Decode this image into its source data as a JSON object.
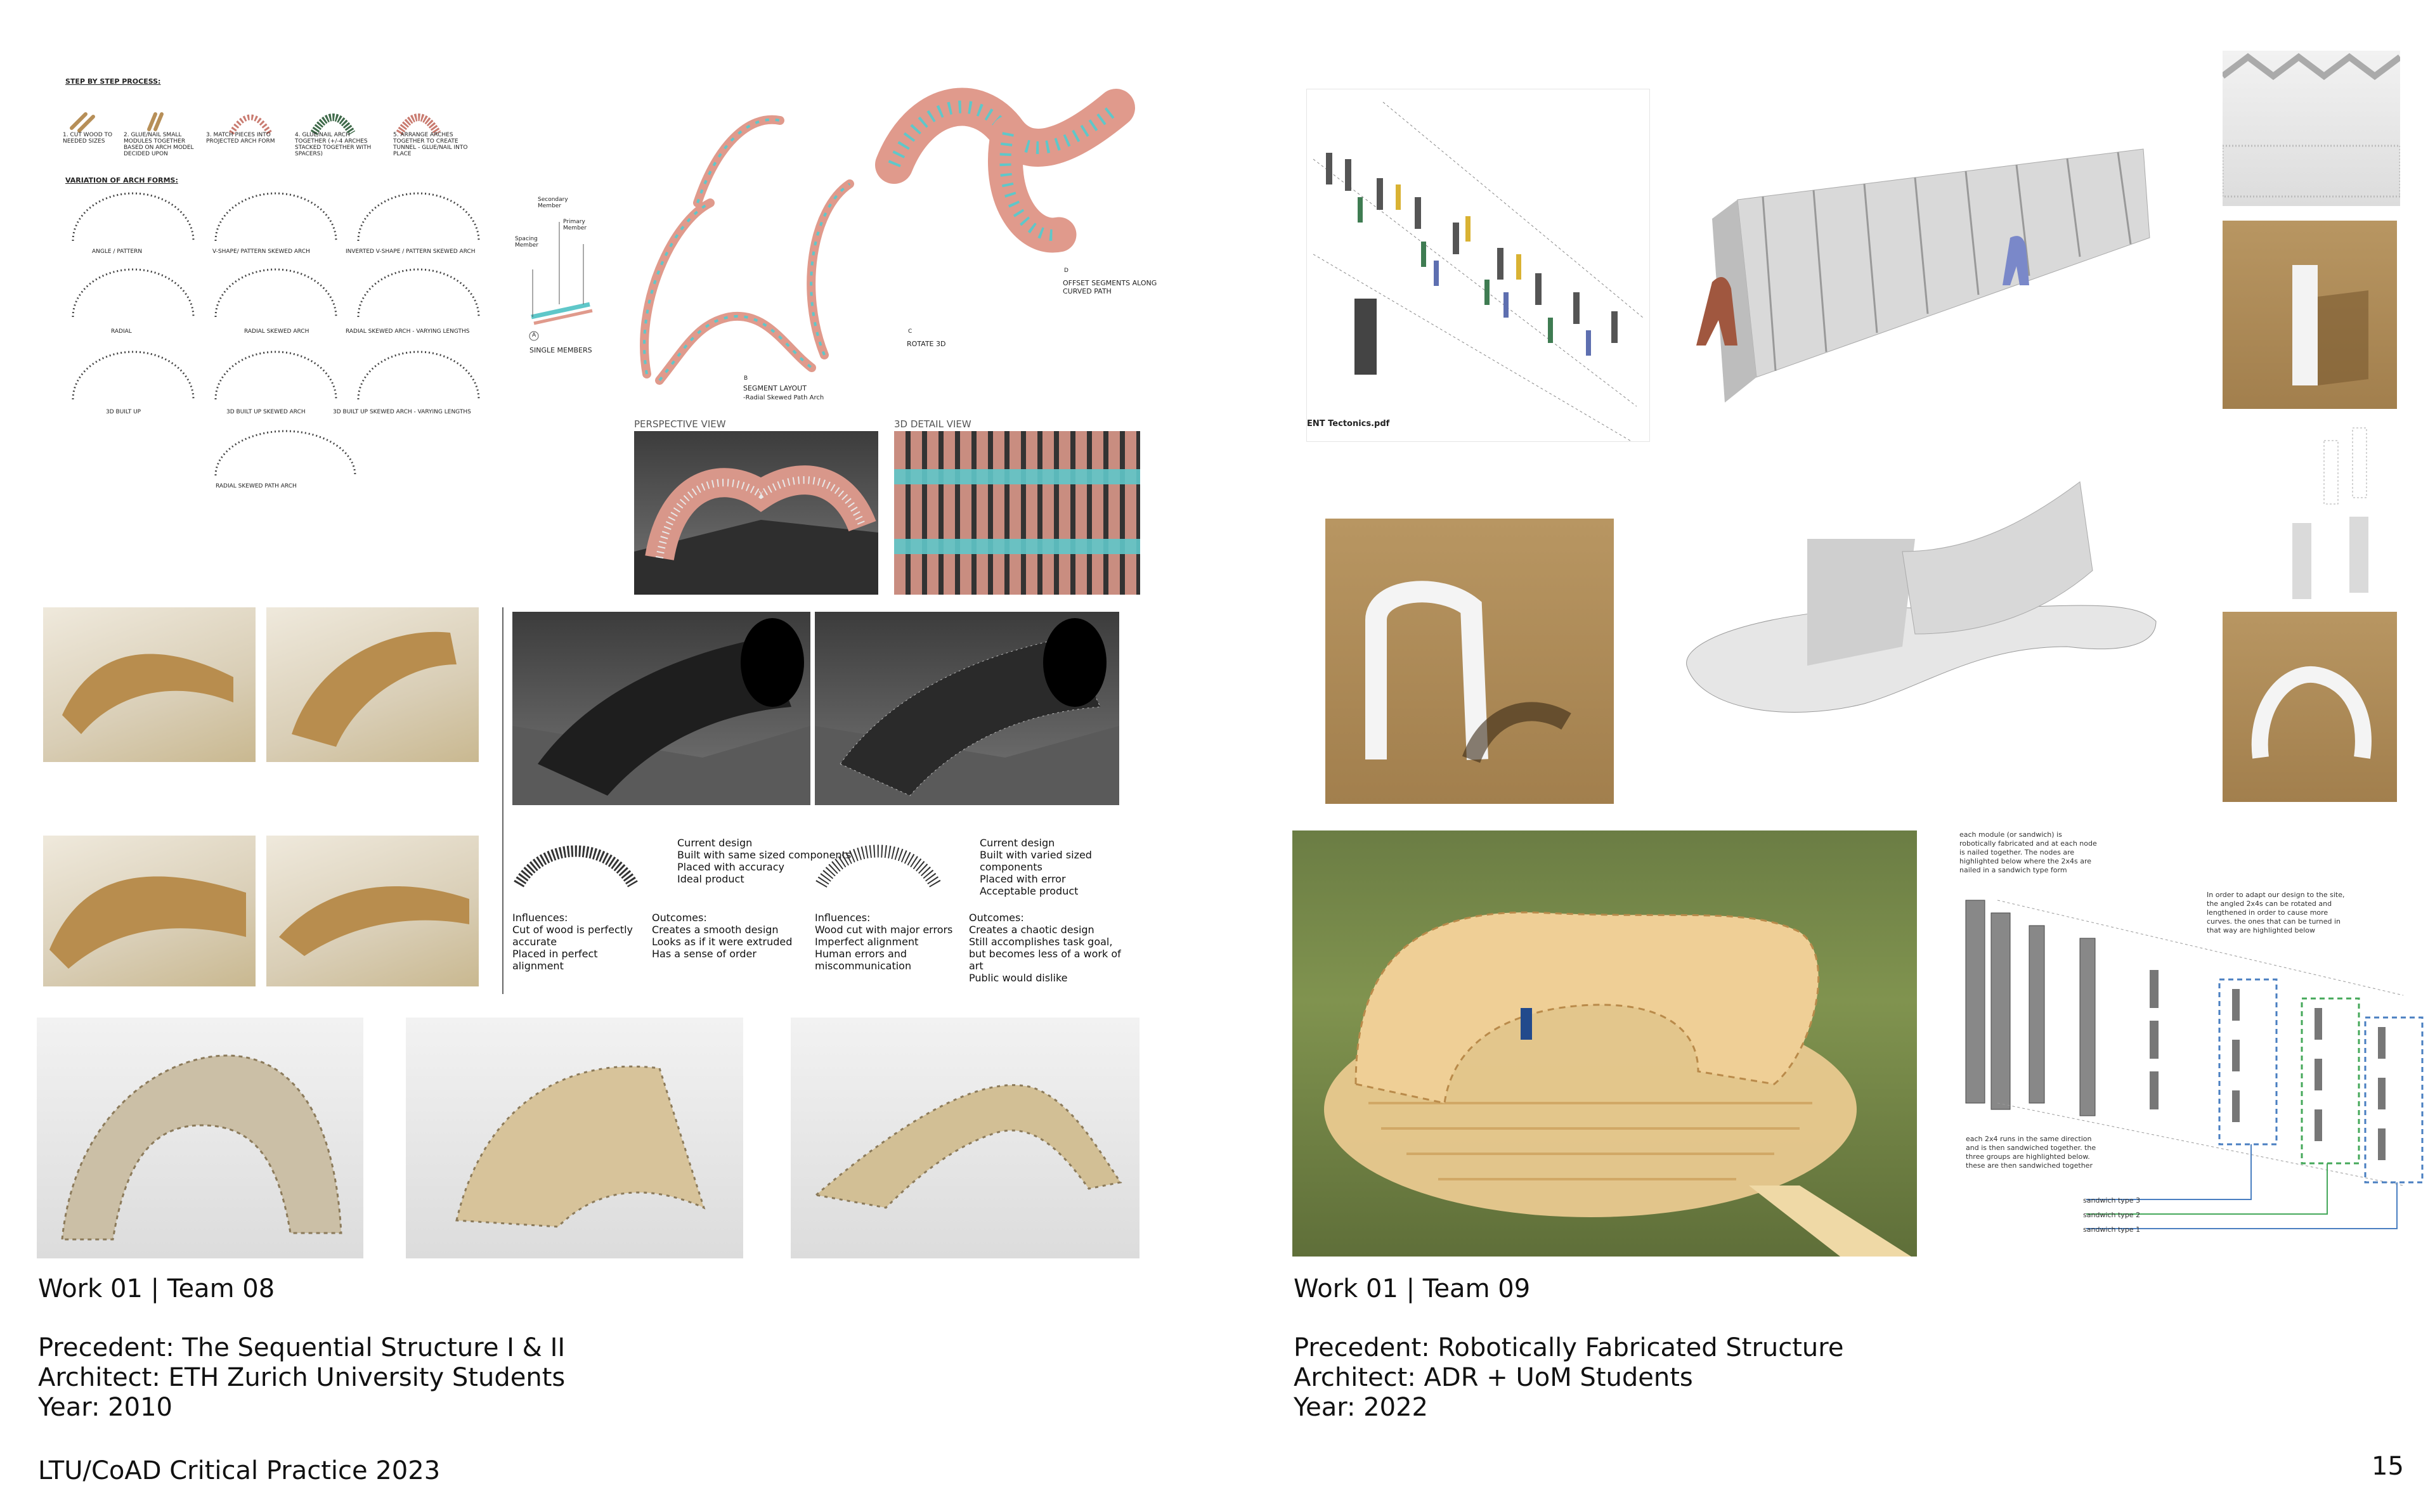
{
  "left_page": {
    "process": {
      "heading": "STEP BY STEP PROCESS:",
      "steps": [
        "1. CUT WOOD TO NEEDED SIZES",
        "2. GLUE/NAIL SMALL MODULES TOGETHER BASED ON ARCH MODEL DECIDED UPON",
        "3. MATCH PIECES INTO PROJECTED ARCH FORM",
        "4. GLUE/NAIL ARCH TOGETHER (+/-4 ARCHES STACKED TOGETHER WITH SPACERS)",
        "5. ARRANGE ARCHES TOGETHER TO CREATE TUNNEL - GLUE/NAIL INTO PLACE"
      ],
      "variation_heading": "VARIATION OF ARCH FORMS:",
      "arch_labels": [
        "ANGLE / PATTERN",
        "V-SHAPE/ PATTERN SKEWED ARCH",
        "INVERTED V-SHAPE / PATTERN SKEWED ARCH",
        "RADIAL",
        "RADIAL SKEWED ARCH",
        "RADIAL SKEWED ARCH - VARYING LENGTHS",
        "3D BUILT UP",
        "3D BUILT UP SKEWED ARCH",
        "3D BUILT UP SKEWED ARCH - VARYING LENGTHS",
        "RADIAL SKEWED PATH ARCH"
      ]
    },
    "member_labels": {
      "secondary": "Secondary Member",
      "spacing": "Spacing Member",
      "primary": "Primary Member",
      "single": "SINGLE MEMBERS",
      "marker_a": "A"
    },
    "segments": {
      "b_marker": "B",
      "b_label": "SEGMENT LAYOUT",
      "b_sub": "-Radial Skewed Path Arch",
      "c_marker": "C",
      "c_label": "ROTATE 3D",
      "d_marker": "D",
      "d_label": "OFFSET SEGMENTS ALONG CURVED PATH"
    },
    "views": {
      "perspective": "PERSPECTIVE VIEW",
      "detail": "3D DETAIL VIEW"
    },
    "comparison": [
      {
        "design": [
          "Current design",
          "Built with same sized components",
          "Placed with accuracy",
          "Ideal product"
        ],
        "influences_title": "Influences:",
        "influences": [
          "Cut of wood is perfectly accurate",
          "Placed in perfect alignment"
        ],
        "outcomes_title": "Outcomes:",
        "outcomes": [
          "Creates a smooth design",
          "Looks as if it were extruded",
          "Has a sense of order"
        ]
      },
      {
        "design": [
          "Current design",
          "Built with varied sized components",
          "Placed with error",
          "Acceptable product"
        ],
        "influences_title": "Influences:",
        "influences": [
          "Wood cut with major errors",
          "Imperfect alignment",
          "Human errors and miscommunication"
        ],
        "outcomes_title": "Outcomes:",
        "outcomes": [
          "Creates a chaotic design",
          "Still accomplishes task goal, but becomes less of a work of art",
          "Public would dislike"
        ]
      }
    ],
    "work": "Work 01 | Team 08",
    "precedent": "Precedent: The Sequential Structure I & II",
    "architect": "Architect: ETH Zurich University Students",
    "year": "Year: 2010",
    "footer": "LTU/CoAD Critical Practice 2023"
  },
  "right_page": {
    "pdf_label": "ENT Tectonics.pdf",
    "note_nodes": "each module (or sandwich) is robotically fabricated and at each node is nailed together. The nodes are highlighted below where the 2x4s are nailed in a sandwich type form",
    "note_curves": "In order to adapt our design to the site, the angled 2x4s can be rotated and lengthened in order to cause more curves. the ones that can be turned in that way are highlighted below",
    "note_runs": "each 2x4 runs in the same direction and is then sandwiched together. the three groups are highlighted below. these are then sandwiched together",
    "sandwich_types": [
      "sandwich type 3",
      "sandwich type 2",
      "sandwich type 1"
    ],
    "work": "Work 01 | Team 09",
    "precedent": "Precedent: Robotically Fabricated Structure",
    "architect": "Architect: ADR + UoM Students",
    "year": "Year: 2022",
    "page_number": "15"
  },
  "colors": {
    "salmon": "#e09a8c",
    "teal": "#5fc7c9",
    "wood": "#e9c98f",
    "grass": "#6f8244",
    "sandwich_blue": "#4a7fc1",
    "sandwich_green": "#45a85a"
  }
}
